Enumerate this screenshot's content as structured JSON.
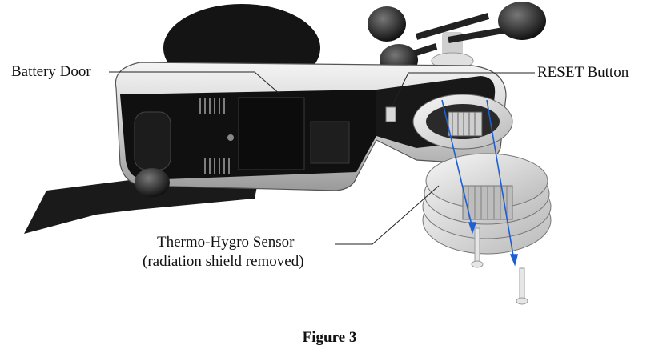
{
  "figure": {
    "caption": "Figure 3",
    "labels": {
      "battery_door": "Battery Door",
      "reset_button": "RESET Button",
      "sensor_line1": "Thermo-Hygro Sensor",
      "sensor_line2": "(radiation shield removed)"
    }
  },
  "colors": {
    "body_silver": "#d6d6d6",
    "body_dark": "#111111",
    "arrow_blue": "#1f5fd0"
  }
}
